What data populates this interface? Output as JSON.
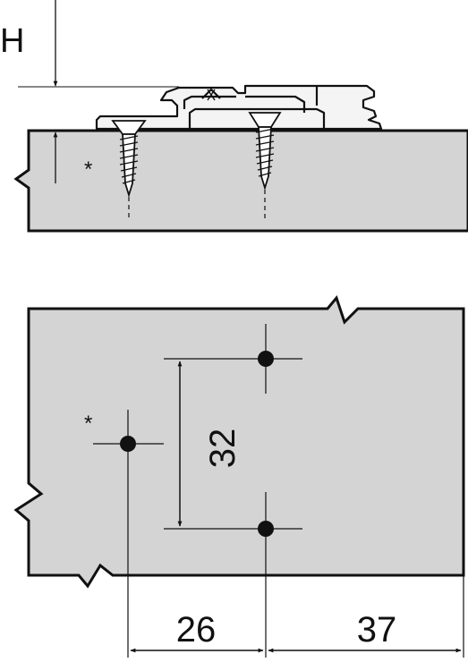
{
  "labels": {
    "height_symbol": "H",
    "asterisk_top": "*",
    "asterisk_bottom": "*",
    "dim_vertical": "32",
    "dim_left": "26",
    "dim_right": "37"
  },
  "colors": {
    "panel_fill": "#d4d4d4",
    "line": "#111111",
    "background": "#ffffff",
    "part_fill": "#f4f4f4"
  }
}
